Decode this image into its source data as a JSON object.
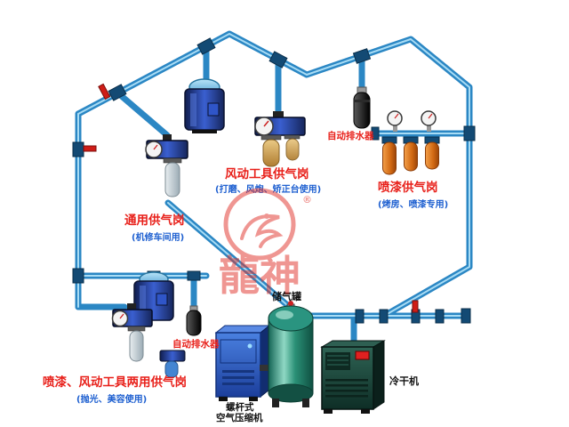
{
  "diagram": {
    "type": "compressed-air-piping-system",
    "colors": {
      "pipe_blue": "#2b87c4",
      "pipe_highlight": "#a8dcf5",
      "fitting_dark_blue": "#134a74",
      "valve_red": "#cf1d17",
      "label_red": "#e8201a",
      "label_blue": "#1d5fd0",
      "label_black": "#111111",
      "cartridge_orange": "#d06812",
      "tank_teal": "#2a9076",
      "compressor_blue": "#2a5cc4",
      "dryer_green": "#1d4f42",
      "watermark_red": "#e03028"
    },
    "stations": {
      "pneumatic_tools": {
        "name": "风动工具供气岗",
        "note": "(打磨、风炮、矫正台使用)"
      },
      "paint": {
        "name": "喷漆供气岗",
        "note": "(烤房、喷漆专用)"
      },
      "general": {
        "name": "通用供气岗",
        "note": "(机修车间用)"
      },
      "dual_use": {
        "name": "喷漆、风动工具两用供气岗",
        "note": "(抛光、美容使用)"
      },
      "auto_drain_top": {
        "name": "自动排水器"
      },
      "auto_drain_bottom": {
        "name": "自动排水器"
      }
    },
    "equipment": {
      "air_tank": {
        "label": "储气罐"
      },
      "compressor": {
        "label_line1": "螺杆式",
        "label_line2": "空气压缩机"
      },
      "dryer": {
        "label": "冷干机"
      }
    },
    "watermark": {
      "text": "龍神",
      "registered": "®"
    }
  }
}
